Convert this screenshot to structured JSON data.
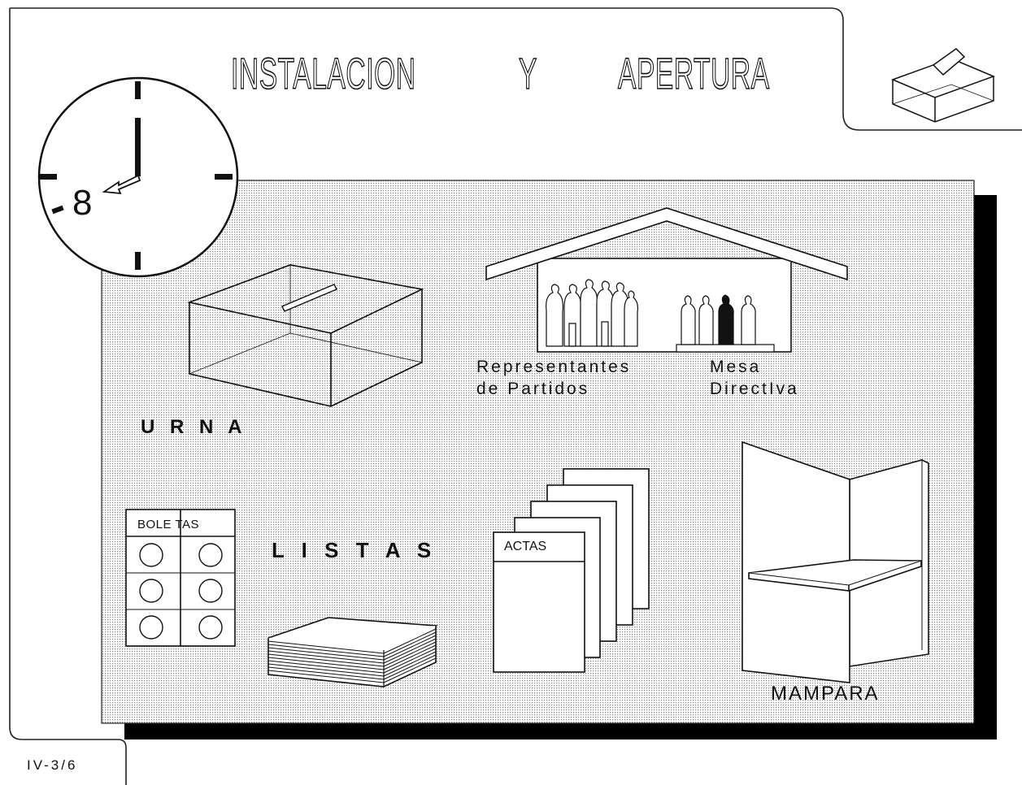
{
  "title": {
    "word1": "INSTALACION",
    "word2": "Y",
    "word3": "APERTURA"
  },
  "clock": {
    "hour_label": "8"
  },
  "labels": {
    "urna": "U R N A",
    "listas": "L I S T A S",
    "boletas": "BOLE TAS",
    "actas": "ACTAS",
    "mampara": "MAMPARA",
    "representantes_line1": "Representantes",
    "representantes_line2": "de Partidos",
    "mesa_line1": "Mesa",
    "mesa_line2": "DirectIva"
  },
  "page_ref": "IV-3/6",
  "colors": {
    "panel_dots": "#9a9a9a",
    "shadow": "#000000",
    "line": "#111111",
    "background": "#ffffff"
  },
  "icons": [
    "clock-icon",
    "ballot-box-icon",
    "urna-box-illustration",
    "house-illustration",
    "ballots-sheet-illustration",
    "lists-stack-illustration",
    "actas-pages-illustration",
    "mampara-booth-illustration"
  ]
}
